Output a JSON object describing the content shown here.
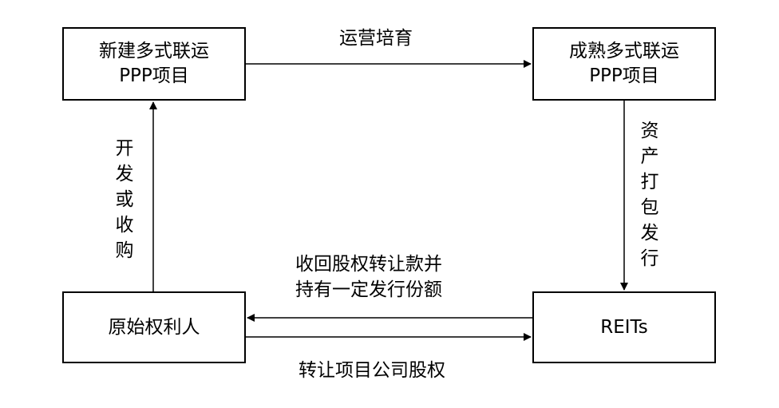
{
  "nodes": {
    "top_left": {
      "line1": "新建多式联运",
      "line2": "PPP项目"
    },
    "top_right": {
      "line1": "成熟多式联运",
      "line2": "PPP项目"
    },
    "bottom_left": {
      "line1": "原始权利人"
    },
    "bottom_right": {
      "line1": "REITs"
    }
  },
  "edges": {
    "top": "运营培育",
    "right": "资产打包发行",
    "middle_line1": "收回股权转让款并",
    "middle_line2": "持有一定发行份额",
    "bottom": "转让项目公司股权",
    "left": "开发或收购"
  }
}
